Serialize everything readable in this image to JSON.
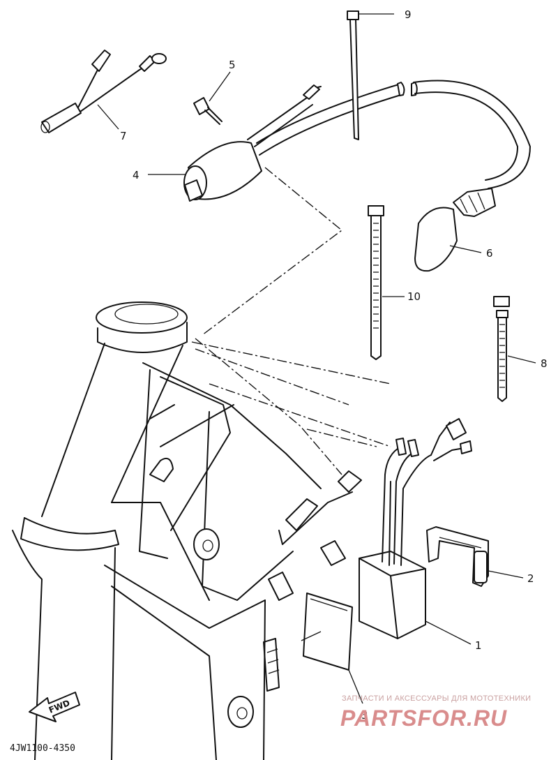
{
  "diagram": {
    "part_code": "4JW1100-4350",
    "direction_label": "FWD",
    "callouts": [
      {
        "id": "c1",
        "label": "1"
      },
      {
        "id": "c2",
        "label": "2"
      },
      {
        "id": "c3",
        "label": "3"
      },
      {
        "id": "c4",
        "label": "4"
      },
      {
        "id": "c5",
        "label": "5"
      },
      {
        "id": "c6",
        "label": "6"
      },
      {
        "id": "c7",
        "label": "7"
      },
      {
        "id": "c8",
        "label": "8"
      },
      {
        "id": "c9",
        "label": "9"
      },
      {
        "id": "c10",
        "label": "10"
      }
    ]
  },
  "watermark": {
    "tagline": "ЗАПЧАСТИ И АКСЕССУАРЫ ДЛЯ МОТОТЕХНИКИ",
    "brand": "PARTSFOR.RU",
    "color": "#d98c8c"
  }
}
